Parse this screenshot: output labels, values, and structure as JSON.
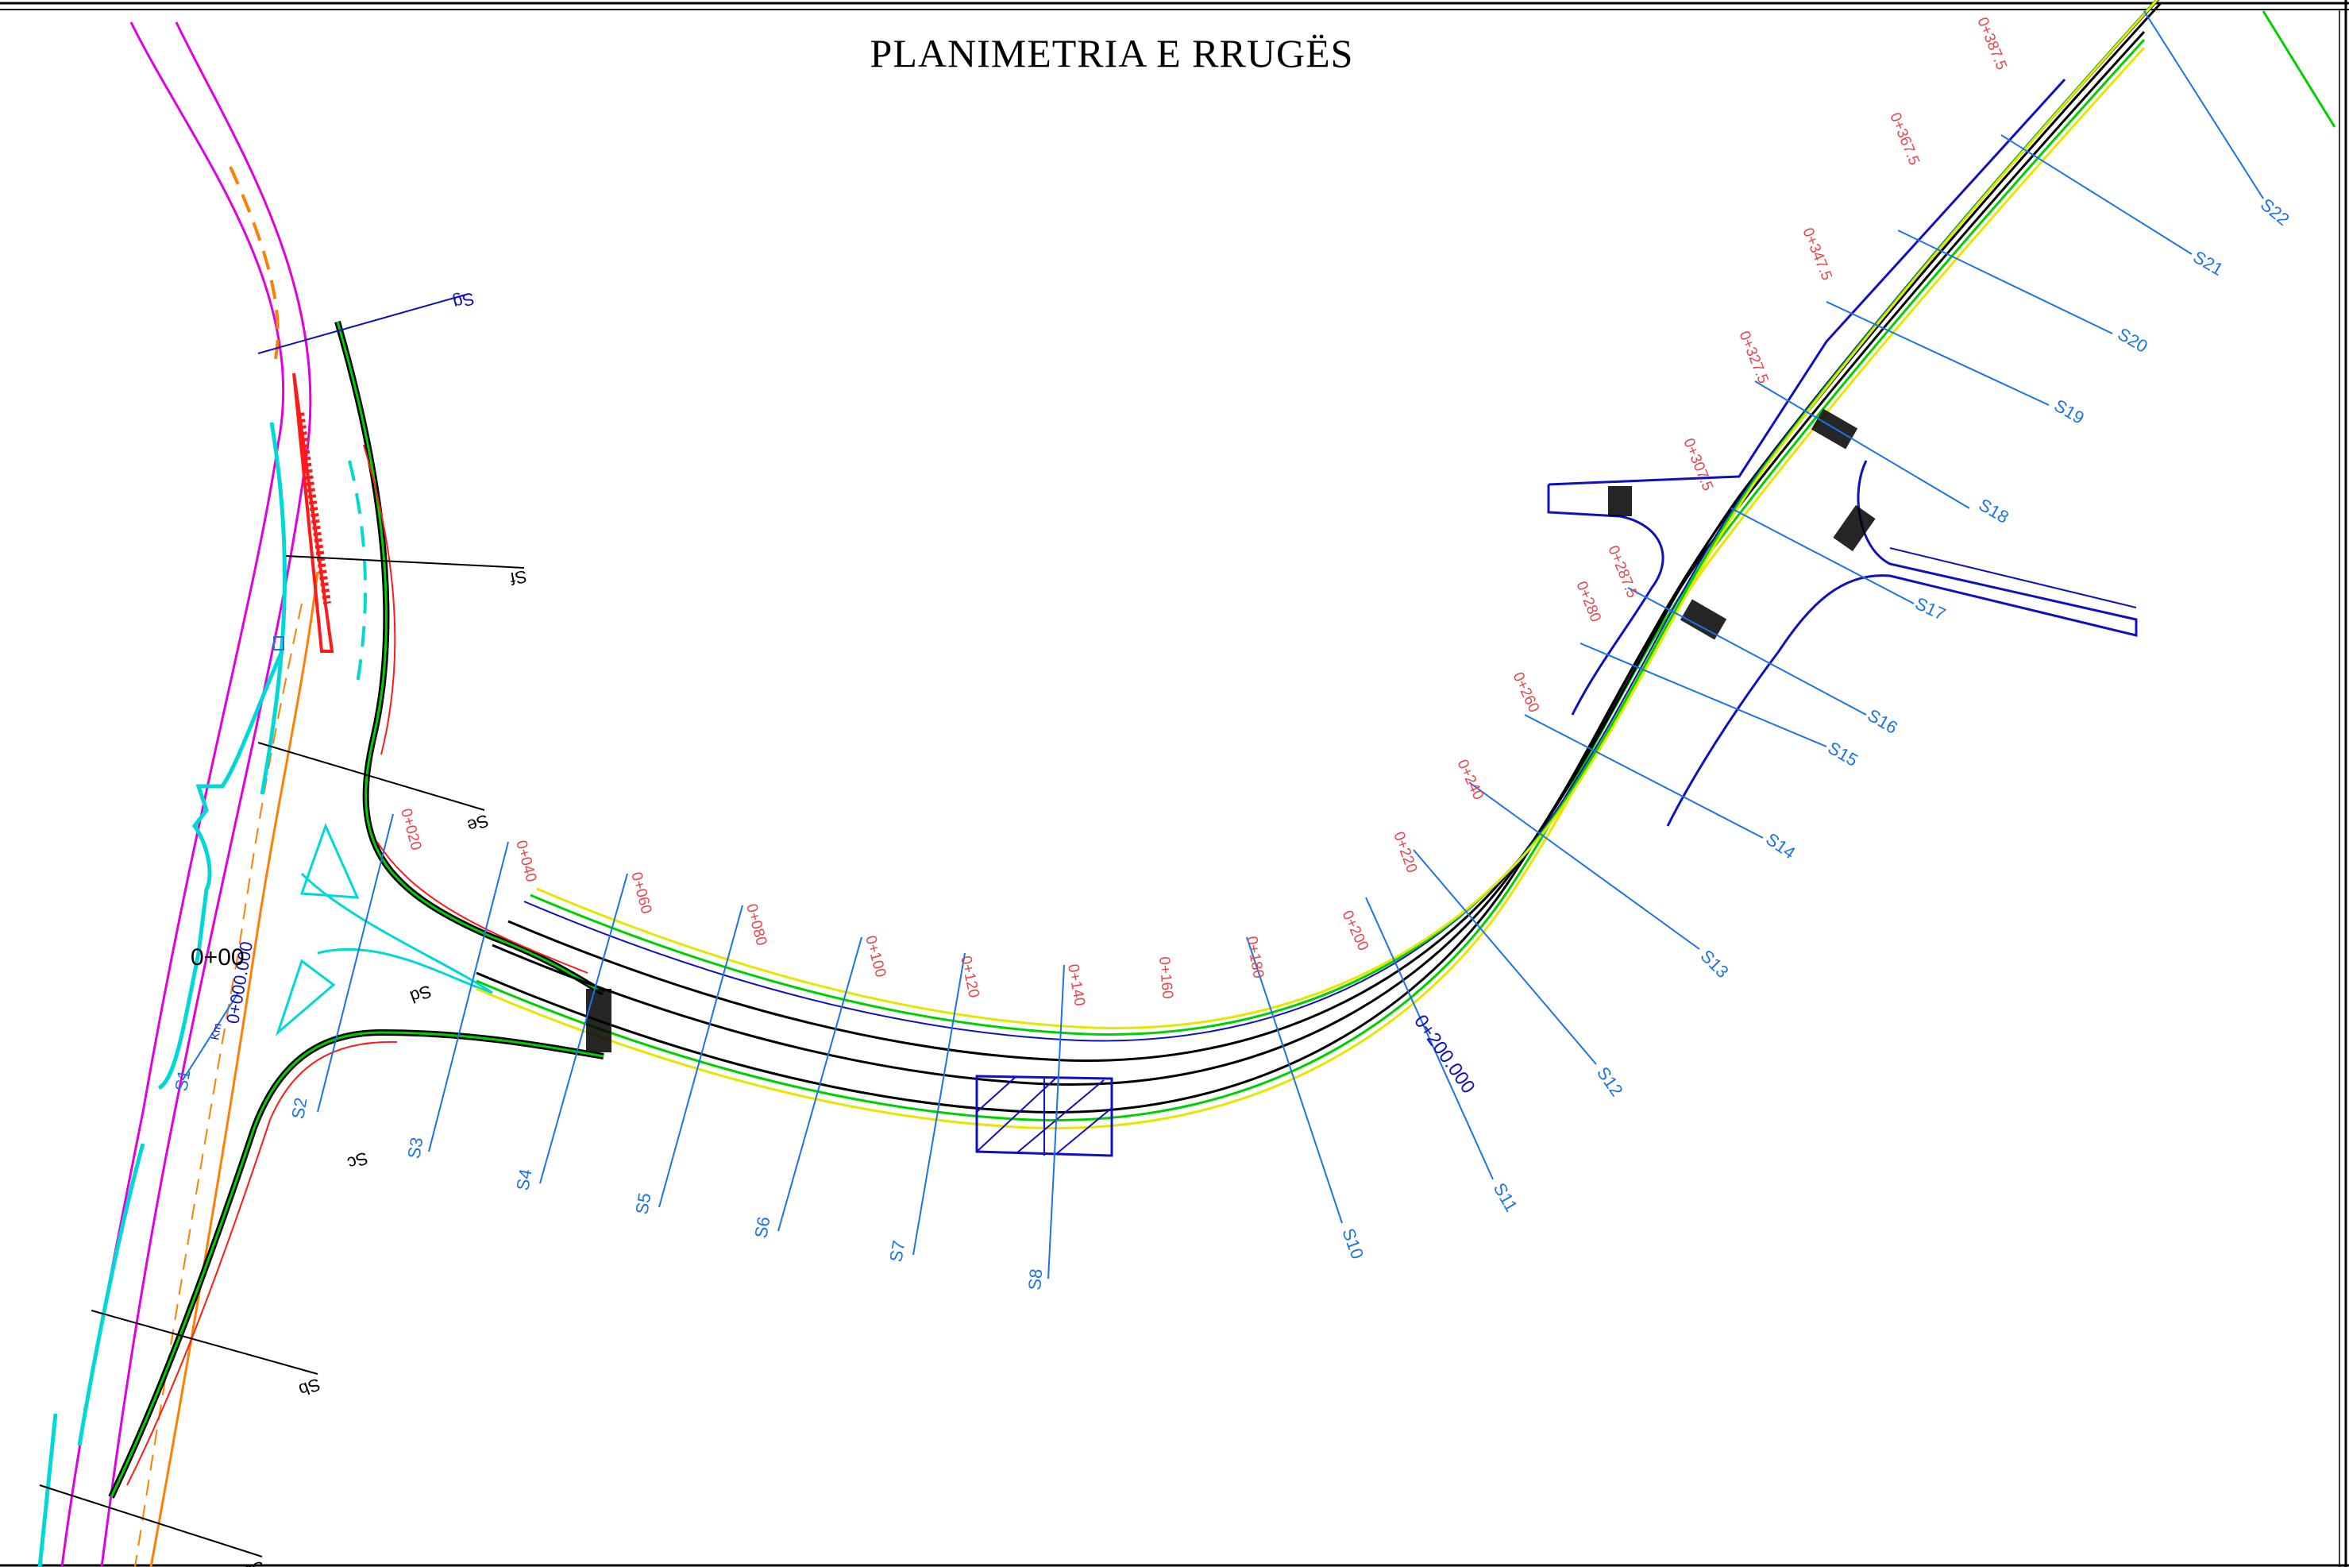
{
  "drawing": {
    "title": "PLANIMETRIA E RRUGËS",
    "colors": {
      "section_line": "#1a73e8",
      "section_label": "#1a73e8",
      "station_label": "#e8454a",
      "road_edge": "#000000",
      "green_line": "#00d000",
      "yellow_line": "#e6e600",
      "existing_magenta": "#e000e0",
      "cyan": "#00d8d8",
      "red_hatch": "#ff1a1a",
      "blue_outline": "#1010c0",
      "orange": "#ff8000"
    },
    "sections": [
      {
        "label": "S1"
      },
      {
        "label": "S2"
      },
      {
        "label": "S3"
      },
      {
        "label": "S4"
      },
      {
        "label": "S5"
      },
      {
        "label": "S6"
      },
      {
        "label": "S7"
      },
      {
        "label": "S8"
      },
      {
        "label": "S10"
      },
      {
        "label": "S11"
      },
      {
        "label": "S12"
      },
      {
        "label": "S13"
      },
      {
        "label": "S14"
      },
      {
        "label": "S15"
      },
      {
        "label": "S16"
      },
      {
        "label": "S17"
      },
      {
        "label": "S18"
      },
      {
        "label": "S19"
      },
      {
        "label": "S20"
      },
      {
        "label": "S21"
      },
      {
        "label": "S22"
      }
    ],
    "branch_sections": [
      {
        "label": "Sa"
      },
      {
        "label": "Sb"
      },
      {
        "label": "Sc"
      },
      {
        "label": "Sd"
      },
      {
        "label": "Se"
      },
      {
        "label": "Sf"
      },
      {
        "label": "Sg"
      }
    ],
    "stations": [
      {
        "label": "0+020"
      },
      {
        "label": "0+040"
      },
      {
        "label": "0+060"
      },
      {
        "label": "0+080"
      },
      {
        "label": "0+100"
      },
      {
        "label": "0+120"
      },
      {
        "label": "0+140"
      },
      {
        "label": "0+160"
      },
      {
        "label": "0+180"
      },
      {
        "label": "0+200"
      },
      {
        "label": "0+220"
      },
      {
        "label": "0+240"
      },
      {
        "label": "0+260"
      },
      {
        "label": "0+280"
      },
      {
        "label": "0+287.5"
      },
      {
        "label": "0+307.5"
      },
      {
        "label": "0+327.5"
      },
      {
        "label": "0+347.5"
      },
      {
        "label": "0+367.5"
      },
      {
        "label": "0+387.5"
      }
    ],
    "chainage_labels": {
      "start": "0+000.000",
      "start_short": "0+00",
      "start_prefix": "Km",
      "mid": "0+200.000"
    }
  }
}
